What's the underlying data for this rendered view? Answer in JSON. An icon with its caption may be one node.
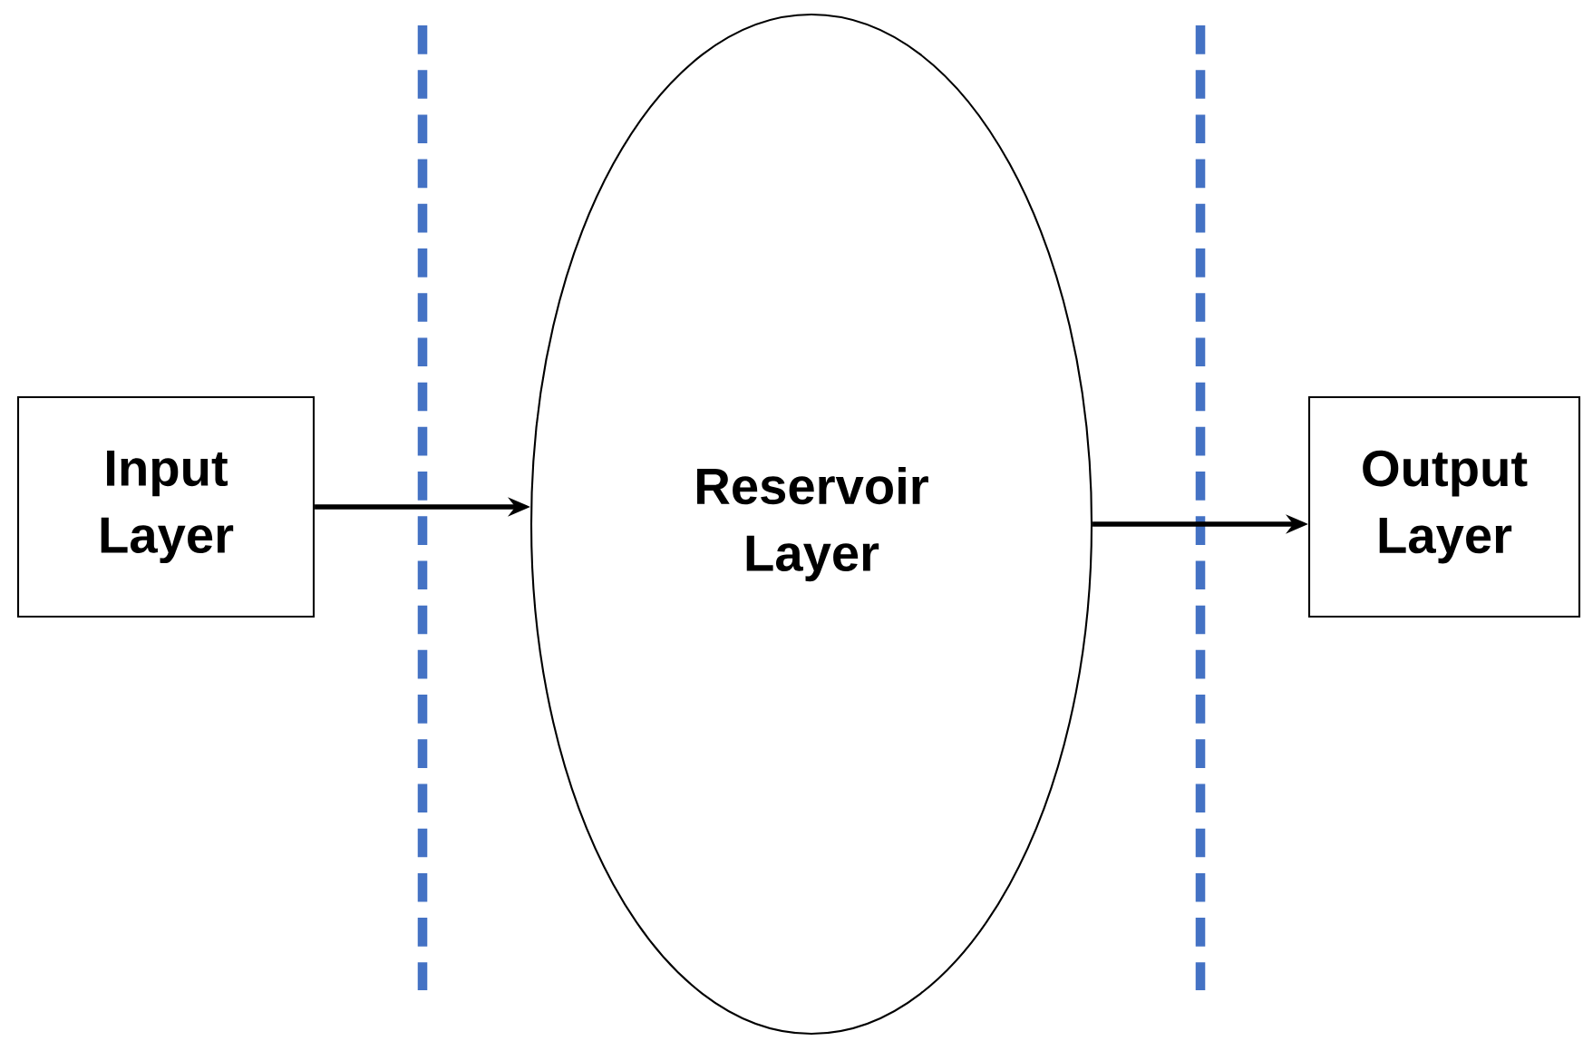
{
  "diagram": {
    "nodes": [
      {
        "text": [
          "Input Layer"
        ]
      },
      {
        "text": [
          "Reservoir Layer"
        ]
      },
      {
        "text": [
          "Output Layer"
        ]
      }
    ],
    "edges": [
      {
        "from": 0,
        "to": 1,
        "arrow": "to"
      },
      {
        "from": 1,
        "to": 2,
        "arrow": "to"
      }
    ]
  }
}
